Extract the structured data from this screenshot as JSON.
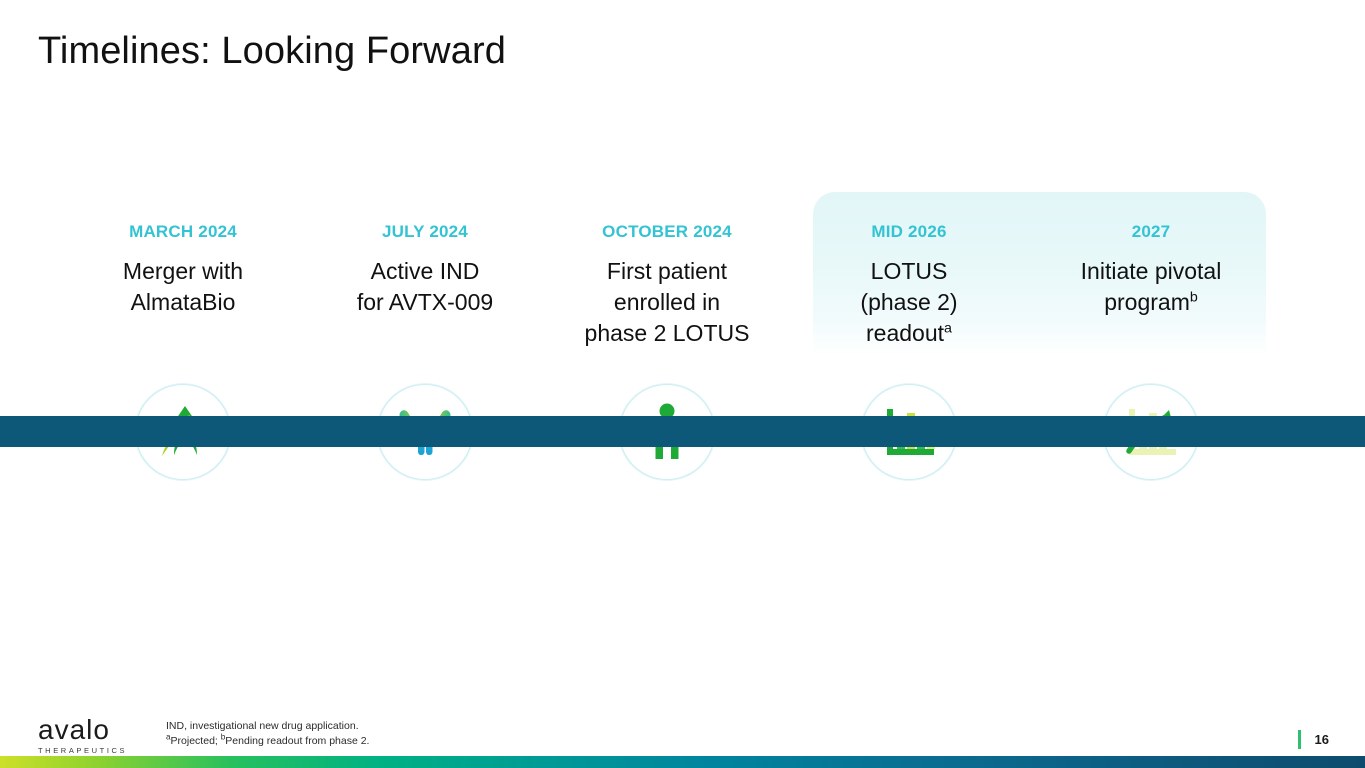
{
  "slide": {
    "title": "Timelines: Looking Forward",
    "page_number": "16"
  },
  "colors": {
    "date_label": "#33c3d2",
    "timeline_bar": "#0d5878",
    "highlight_panel": "#e2f6f8",
    "circle_border": "#cdeef3",
    "page_tick": "#2fbf6e",
    "icon_green": "#22a637",
    "icon_light_green": "#9ed02a",
    "icon_cyan": "#2bb9e0"
  },
  "timeline": {
    "milestones": [
      {
        "date": "MARCH 2024",
        "description": "Merger with\nAlmataBio",
        "superscript": "",
        "icon": "merging-arrows-icon",
        "highlighted": false
      },
      {
        "date": "JULY 2024",
        "description": "Active IND\nfor AVTX-009",
        "superscript": "",
        "icon": "antibody-icon",
        "highlighted": false
      },
      {
        "date": "OCTOBER 2024",
        "description": "First patient\nenrolled in\nphase 2 LOTUS",
        "superscript": "",
        "icon": "patient-icon",
        "highlighted": false
      },
      {
        "date": "MID 2026",
        "description": "LOTUS\n(phase 2)\nreadout",
        "superscript": "a",
        "icon": "bar-chart-icon",
        "highlighted": true
      },
      {
        "date": "2027",
        "description": "Initiate pivotal\nprogram",
        "superscript": "b",
        "icon": "growth-chart-arrow-icon",
        "highlighted": true
      }
    ]
  },
  "footer": {
    "logo_word": "avalo",
    "logo_subtitle": "THERAPEUTICS",
    "footnote_line1": "IND, investigational new drug application.",
    "footnote_line2_parts": {
      "sup_a": "a",
      "text_a": "Projected; ",
      "sup_b": "b",
      "text_b": "Pending readout from phase 2."
    }
  }
}
